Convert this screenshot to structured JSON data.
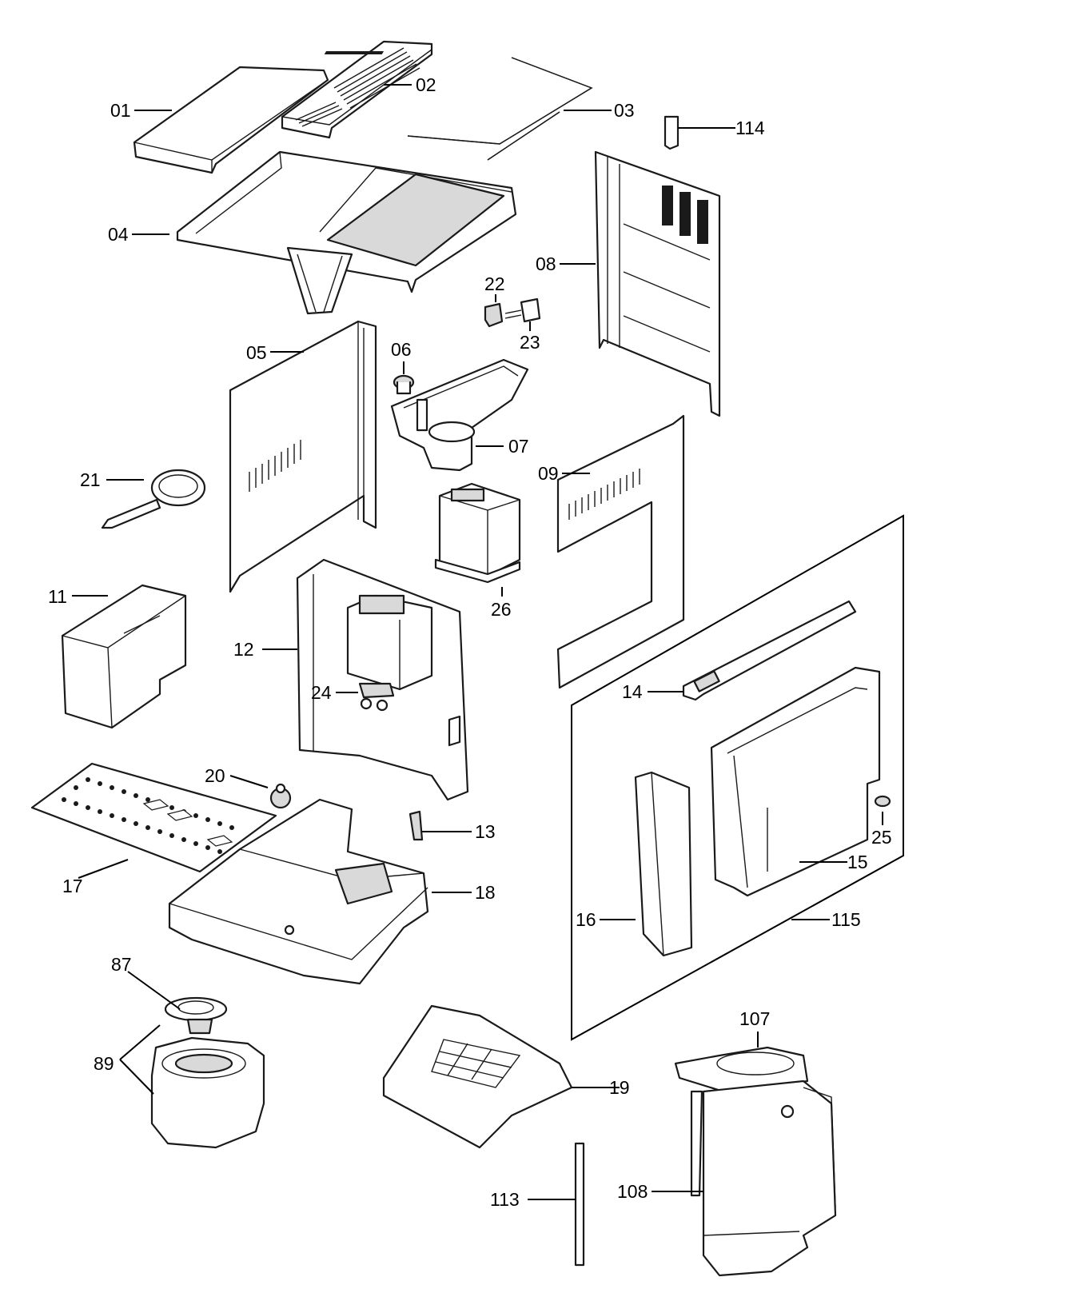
{
  "callouts": {
    "c01": "01",
    "c02": "02",
    "c03": "03",
    "c114": "114",
    "c04": "04",
    "c08": "08",
    "c22": "22",
    "c23": "23",
    "c05": "05",
    "c06": "06",
    "c07": "07",
    "c21": "21",
    "c09": "09",
    "c11": "11",
    "c26": "26",
    "c12": "12",
    "c24": "24",
    "c14": "14",
    "c20": "20",
    "c13": "13",
    "c25": "25",
    "c17": "17",
    "c18": "18",
    "c15": "15",
    "c16": "16",
    "c115": "115",
    "c87": "87",
    "c107": "107",
    "c89": "89",
    "c19": "19",
    "c108": "108",
    "c113": "113"
  }
}
